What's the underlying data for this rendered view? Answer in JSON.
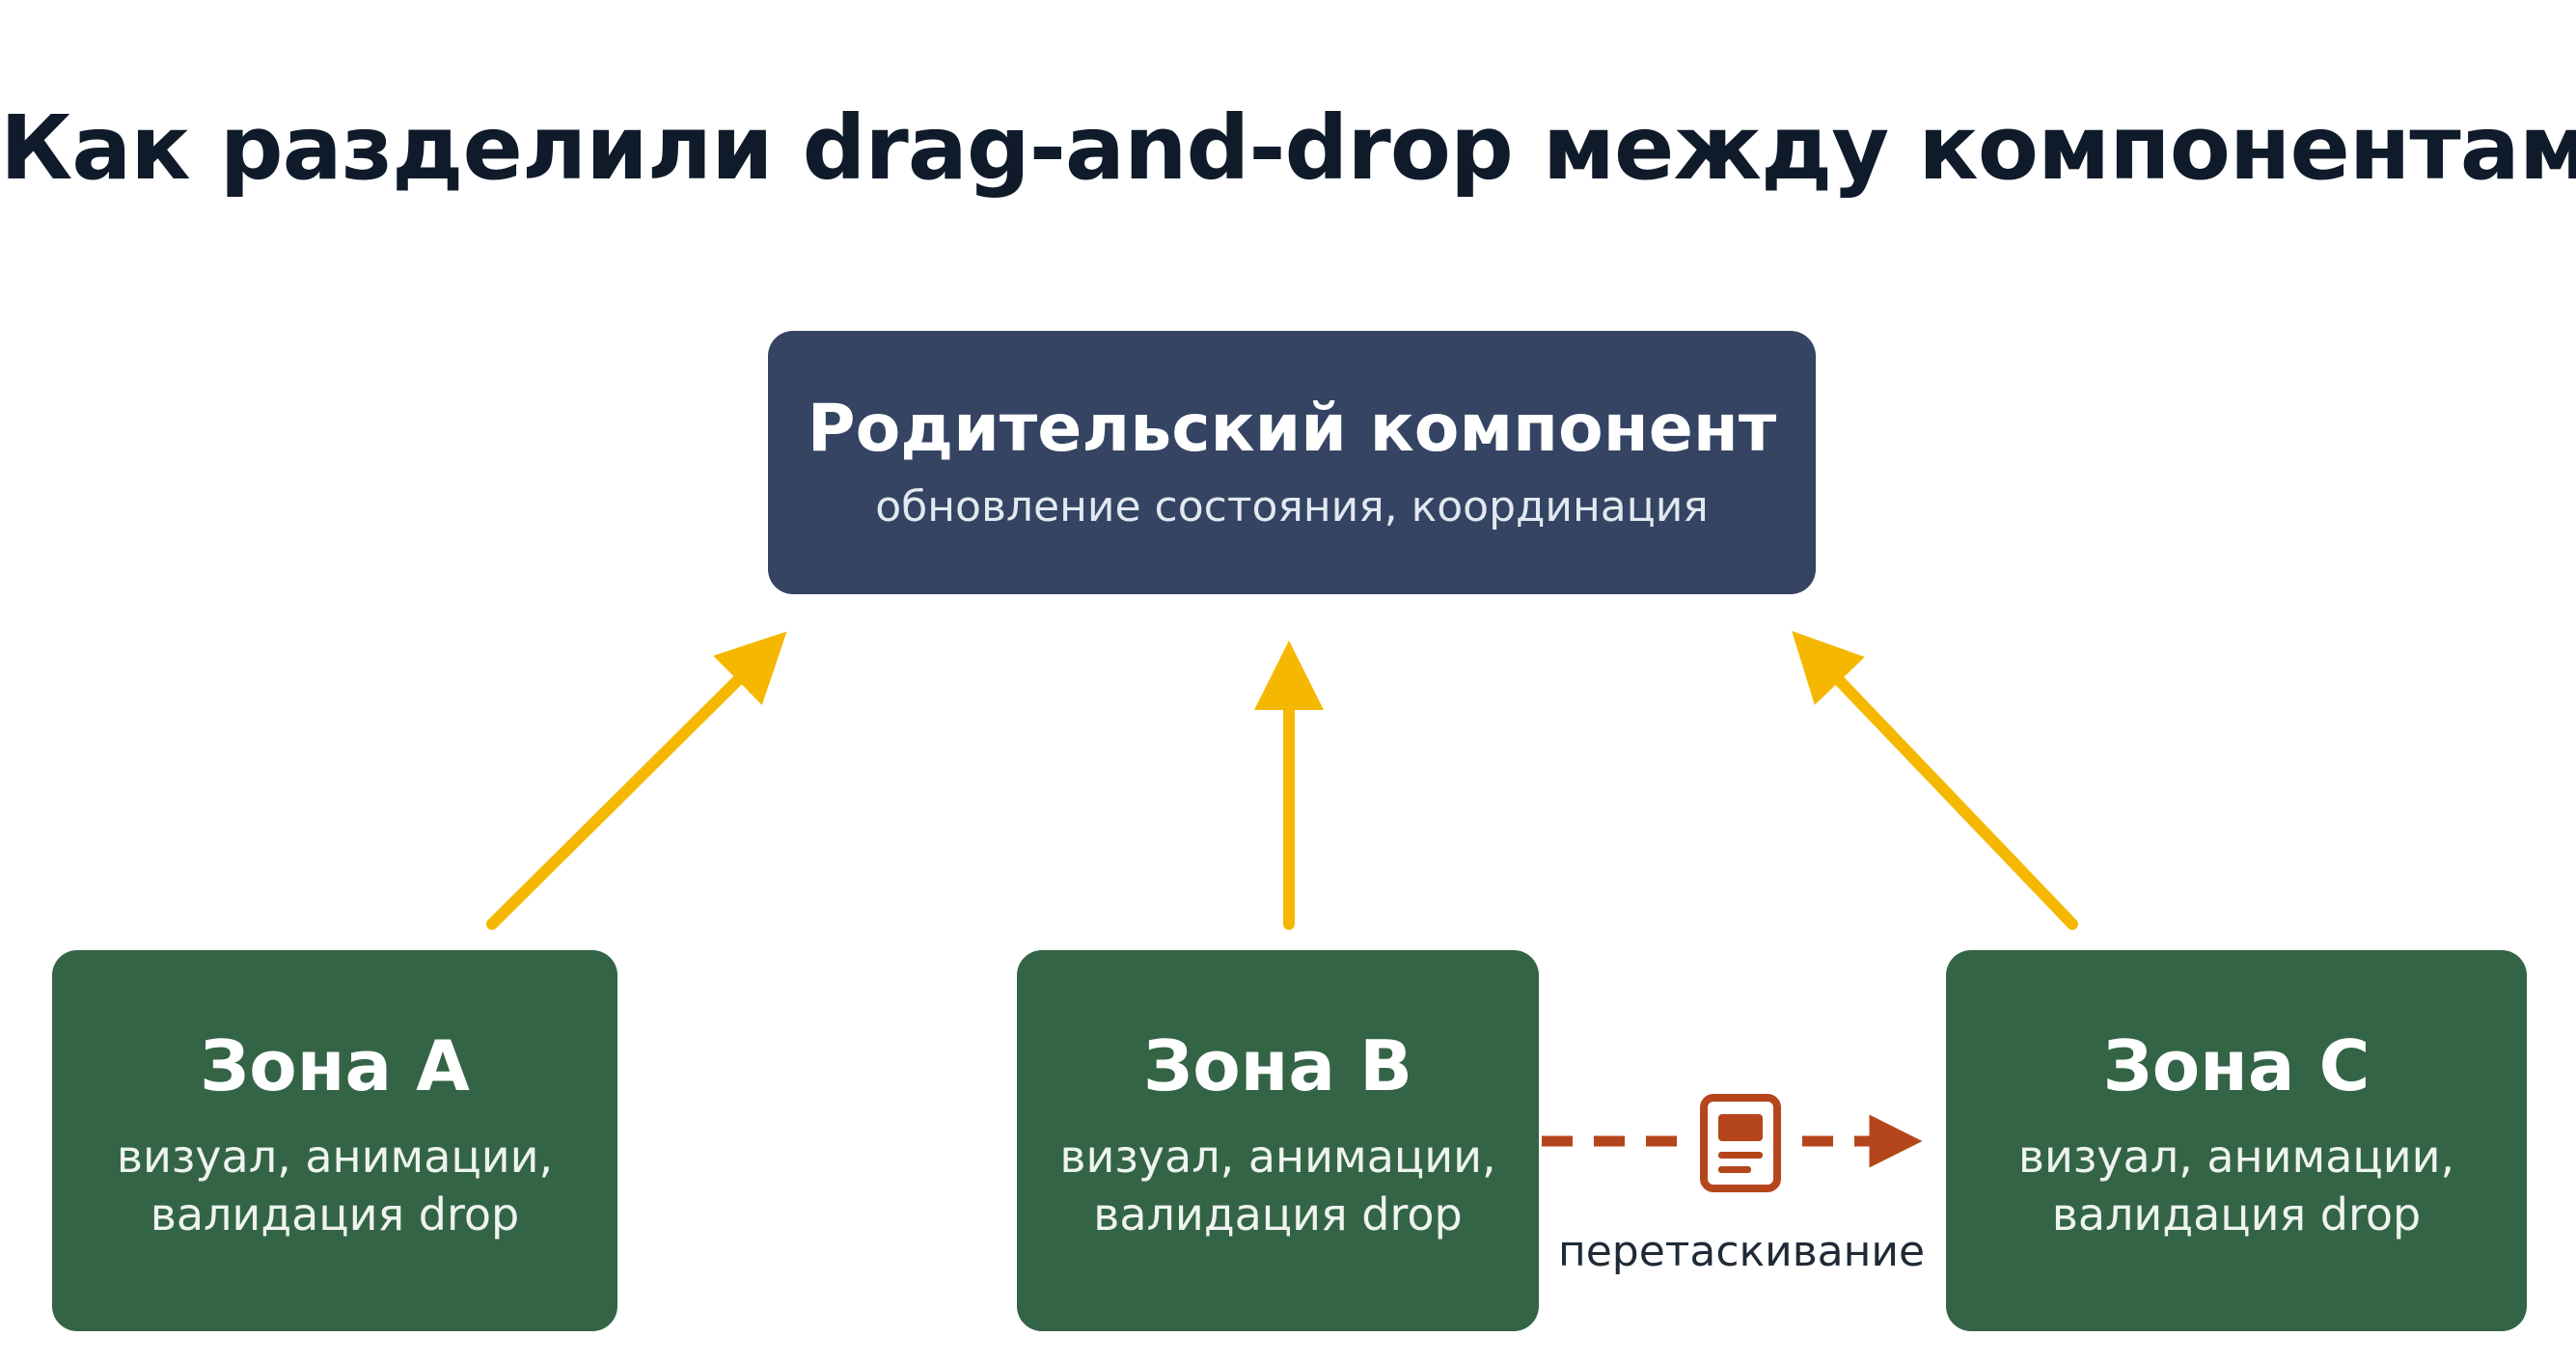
{
  "title": "Как разделили drag-and-drop между компонентами",
  "parent": {
    "title": "Родительский компонент",
    "subtitle": "обновление состояния, координация"
  },
  "zones": [
    {
      "title": "Зона A",
      "subtitle": "визуал, анимации, валидация drop"
    },
    {
      "title": "Зона B",
      "subtitle": "визуал, анимации, валидация drop"
    },
    {
      "title": "Зона C",
      "subtitle": "визуал, анимации, валидация drop"
    }
  ],
  "drag": {
    "label": "перетаскивание",
    "icon": "card-icon"
  },
  "colors": {
    "parent_box": "#344462",
    "zone_box": "#346446",
    "up_arrow": "#F5B700",
    "drag_arrow": "#B5461C",
    "title_text": "#0F1B2A"
  }
}
